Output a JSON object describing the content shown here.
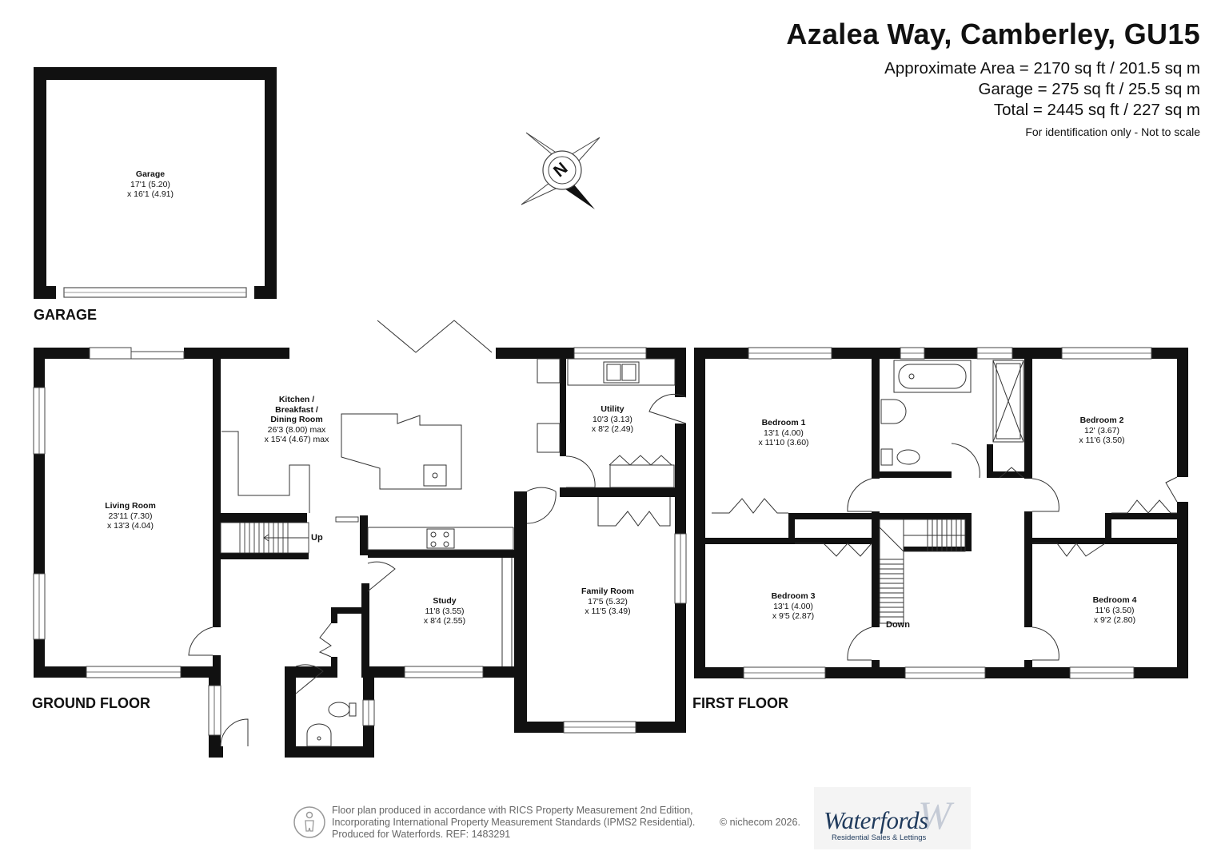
{
  "header": {
    "title": "Azalea Way, Camberley, GU15",
    "approx_area": "Approximate Area = 2170 sq ft / 201.5 sq m",
    "garage_area": "Garage = 275 sq ft / 25.5 sq m",
    "total_area": "Total = 2445 sq ft / 227 sq m",
    "scale_note": "For identification only - Not to scale"
  },
  "compass": {
    "label": "N"
  },
  "sections": {
    "garage": "GARAGE",
    "ground": "GROUND FLOOR",
    "first": "FIRST FLOOR"
  },
  "rooms": {
    "garage": {
      "name": "Garage",
      "dim1": "17'1 (5.20)",
      "dim2": "x 16'1 (4.91)"
    },
    "kitchen": {
      "name1": "Kitchen /",
      "name2": "Breakfast /",
      "name3": "Dining Room",
      "dim1": "26'3 (8.00) max",
      "dim2": "x 15'4 (4.67) max"
    },
    "utility": {
      "name": "Utility",
      "dim1": "10'3 (3.13)",
      "dim2": "x 8'2 (2.49)"
    },
    "living": {
      "name": "Living Room",
      "dim1": "23'11 (7.30)",
      "dim2": "x 13'3 (4.04)"
    },
    "study": {
      "name": "Study",
      "dim1": "11'8 (3.55)",
      "dim2": "x 8'4 (2.55)"
    },
    "family": {
      "name": "Family Room",
      "dim1": "17'5 (5.32)",
      "dim2": "x 11'5 (3.49)"
    },
    "bed1": {
      "name": "Bedroom 1",
      "dim1": "13'1 (4.00)",
      "dim2": "x 11'10 (3.60)"
    },
    "bed2": {
      "name": "Bedroom 2",
      "dim1": "12' (3.67)",
      "dim2": "x 11'6 (3.50)"
    },
    "bed3": {
      "name": "Bedroom 3",
      "dim1": "13'1 (4.00)",
      "dim2": "x 9'5 (2.87)"
    },
    "bed4": {
      "name": "Bedroom 4",
      "dim1": "11'6 (3.50)",
      "dim2": "x 9'2 (2.80)"
    }
  },
  "stairs": {
    "up": "Up",
    "down": "Down"
  },
  "footer": {
    "line1": "Floor plan produced in accordance with RICS Property Measurement 2nd Edition,",
    "line2": "Incorporating International Property Measurement Standards (IPMS2 Residential).",
    "line3": "Produced for Waterfords.   REF:  1483291",
    "copyright": "© nichecom 2026."
  },
  "logo": {
    "name": "Waterfords",
    "monogram": "W",
    "tagline": "Residential Sales & Lettings"
  }
}
